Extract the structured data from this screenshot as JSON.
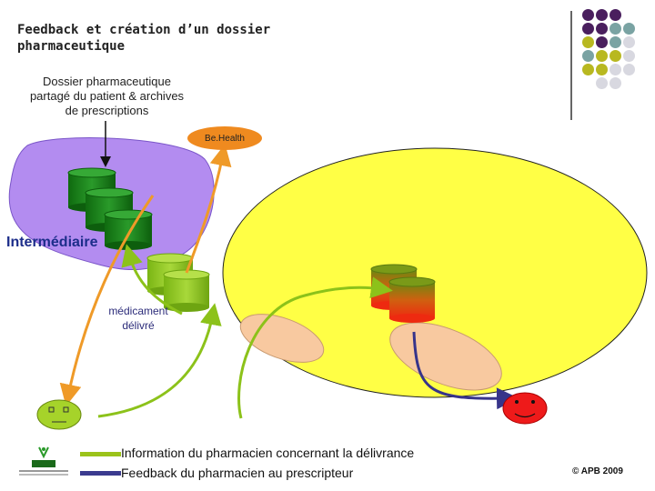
{
  "slide": {
    "title": "Feedback et création d’un dossier pharmaceutique",
    "intro": "Dossier pharmaceutique partagé du patient & archives de prescriptions",
    "ehealth": "Be.Health",
    "intermediaire": "Intermédiaire",
    "medicament": "médicament délivré",
    "copyright": "© APB 2009"
  },
  "legend": [
    {
      "label": "Information du pharmacien concernant la délivrance",
      "color": "#9bc31a"
    },
    {
      "label": "Feedback du pharmacien au prescripteur",
      "color": "#3b3b8f"
    }
  ],
  "colors": {
    "purple_blob": "#b38cf0",
    "yellow_blob": "#ffff45",
    "peach": "#f8c9a0",
    "orange": "#ef9a28",
    "green": "#8cc21a",
    "navy": "#37348a",
    "cyl_dark": "#1a7c1a",
    "cyl_light": "#8ec71c",
    "patient": "#a6d32a",
    "doctor": "#ee1a1a"
  },
  "icons": {
    "patient": "smiley-face-icon",
    "prescriber": "smiley-face-icon",
    "logo": "apb-logo"
  },
  "decor_dots": [
    [
      "#4a1f5e",
      "#4a1f5e",
      "#4a1f5e",
      null
    ],
    [
      "#4a1f5e",
      "#4a1f5e",
      "#7aa3a3",
      "#7aa3a3"
    ],
    [
      "#b8b820",
      "#4a1f5e",
      "#7aa3a3",
      "#d8d8e0"
    ],
    [
      "#7aa3a3",
      "#b8b820",
      "#b8b820",
      "#d8d8e0"
    ],
    [
      "#b8b820",
      "#b8b820",
      "#d8d8e0",
      "#d8d8e0"
    ],
    [
      null,
      "#d8d8e0",
      "#d8d8e0",
      null
    ]
  ]
}
